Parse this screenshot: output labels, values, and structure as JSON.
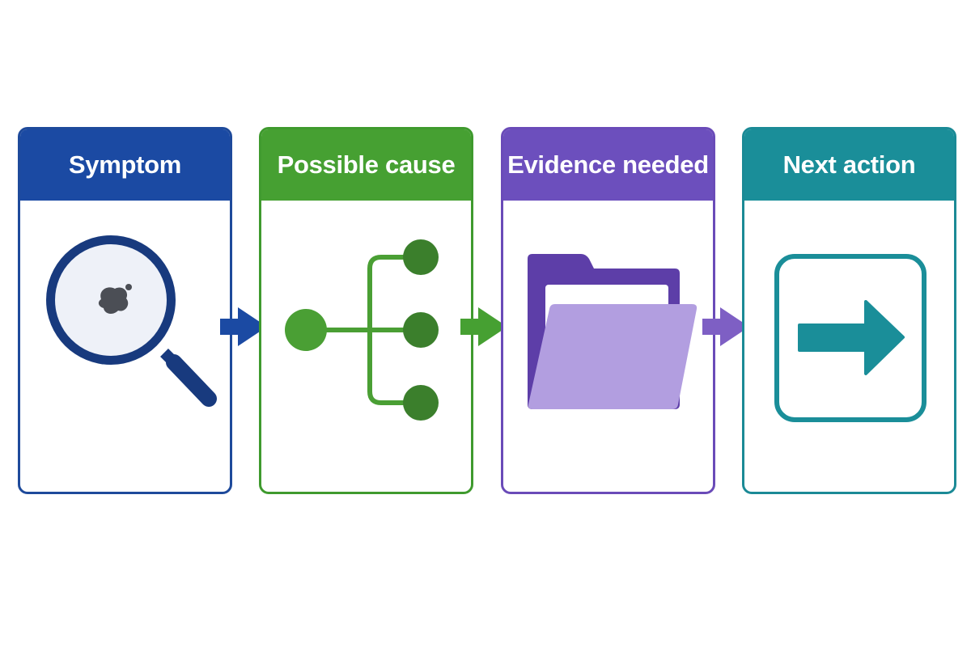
{
  "stages": [
    {
      "title": "Symptom",
      "icon": "magnifying-glass-icon",
      "color": "#1b4aa3"
    },
    {
      "title": "Possible cause",
      "icon": "branching-tree-icon",
      "color": "#46a032"
    },
    {
      "title": "Evidence needed",
      "icon": "folder-icon",
      "color": "#6c4fbd"
    },
    {
      "title": "Next action",
      "icon": "arrow-right-box-icon",
      "color": "#1a8e99"
    }
  ],
  "connectors": [
    {
      "icon": "arrow-right-icon",
      "color": "#1b4aa3"
    },
    {
      "icon": "arrow-right-icon",
      "color": "#46a032"
    },
    {
      "icon": "arrow-right-icon",
      "color": "#6c4fbd"
    }
  ]
}
